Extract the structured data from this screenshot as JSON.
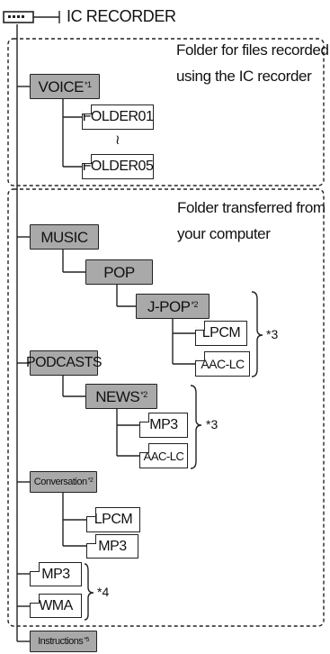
{
  "root": {
    "label": "IC RECORDER"
  },
  "recorder_group": {
    "caption_line1": "Folder for files recorded",
    "caption_line2": "using the IC recorder"
  },
  "transfer_group": {
    "caption_line1": "Folder transferred from",
    "caption_line2": "your computer"
  },
  "voice": {
    "label": "VOICE",
    "mark": "*1"
  },
  "folder01": {
    "label": "FOLDER01"
  },
  "folder_ellipsis": {
    "label": "≀"
  },
  "folder05": {
    "label": "FOLDER05"
  },
  "music": {
    "label": "MUSIC"
  },
  "pop": {
    "label": "POP"
  },
  "jpop": {
    "label": "J-POP",
    "mark": "*2"
  },
  "jpop_lpcm": {
    "label": "LPCM"
  },
  "jpop_aaclc": {
    "label": "AAC-LC"
  },
  "jpop_note": {
    "label": "*3"
  },
  "podcasts": {
    "label": "PODCASTS"
  },
  "news": {
    "label": "NEWS",
    "mark": "*2"
  },
  "news_mp3": {
    "label": "MP3"
  },
  "news_aaclc": {
    "label": "AAC-LC"
  },
  "news_note": {
    "label": "*3"
  },
  "conversation": {
    "label": "Conversation",
    "mark": "*2"
  },
  "conv_lpcm": {
    "label": "LPCM"
  },
  "conv_mp3": {
    "label": "MP3"
  },
  "root_mp3": {
    "label": "MP3"
  },
  "root_wma": {
    "label": "WMA"
  },
  "root_files_note": {
    "label": "*4"
  },
  "instructions": {
    "label": "Instructions",
    "mark": "*5"
  },
  "colors": {
    "folder_fill": "#a9a9a9",
    "line": "#222222",
    "background": "#ffffff"
  }
}
